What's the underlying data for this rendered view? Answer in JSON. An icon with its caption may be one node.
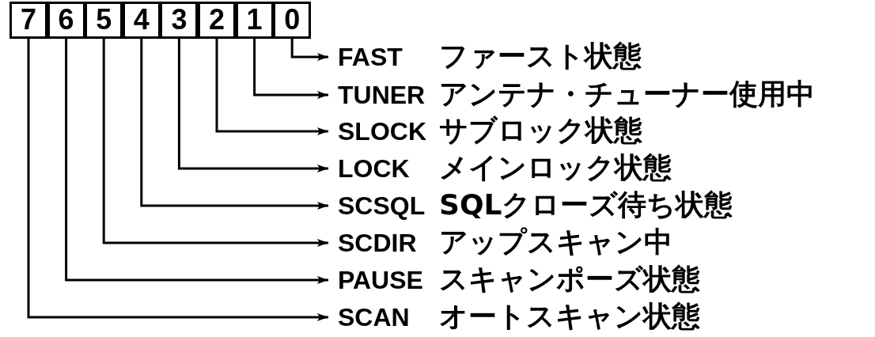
{
  "diagram": {
    "nodes": [
      {
        "text": [
          "7"
        ]
      },
      {
        "text": [
          "6"
        ]
      },
      {
        "text": [
          "5"
        ]
      },
      {
        "text": [
          "4"
        ]
      },
      {
        "text": [
          "3"
        ]
      },
      {
        "text": [
          "2"
        ]
      },
      {
        "text": [
          "1"
        ]
      },
      {
        "text": [
          "0"
        ]
      },
      {
        "text": [
          "FAST"
        ],
        "beside": [
          "ファースト状態"
        ]
      },
      {
        "text": [
          "TUNER"
        ],
        "beside": [
          "アンテナ・チューナー使用中"
        ]
      },
      {
        "text": [
          "SLOCK"
        ],
        "beside": [
          "サブロック状態"
        ]
      },
      {
        "text": [
          "LOCK"
        ],
        "beside": [
          "メインロック状態"
        ]
      },
      {
        "text": [
          "SCSQL"
        ],
        "beside": [
          "SQLクローズ待ち状態"
        ]
      },
      {
        "text": [
          "SCDIR"
        ],
        "beside": [
          "アップスキャン中"
        ]
      },
      {
        "text": [
          "PAUSE"
        ],
        "beside": [
          "スキャンポーズ状態"
        ]
      },
      {
        "text": [
          "SCAN"
        ],
        "beside": [
          "オートスキャン状態"
        ]
      }
    ],
    "edges": [
      {
        "from": 7,
        "to": 8,
        "arrow": "to"
      },
      {
        "from": 6,
        "to": 9,
        "arrow": "to"
      },
      {
        "from": 5,
        "to": 10,
        "arrow": "to"
      },
      {
        "from": 4,
        "to": 11,
        "arrow": "to"
      },
      {
        "from": 3,
        "to": 12,
        "arrow": "to"
      },
      {
        "from": 2,
        "to": 13,
        "arrow": "to"
      },
      {
        "from": 1,
        "to": 14,
        "arrow": "to"
      },
      {
        "from": 0,
        "to": 15,
        "arrow": "to"
      }
    ]
  }
}
